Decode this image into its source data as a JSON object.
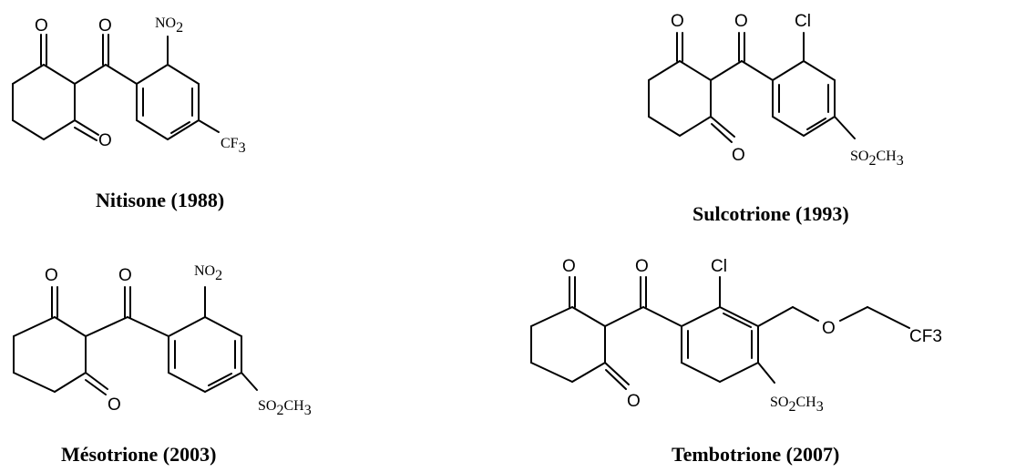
{
  "molecules": [
    {
      "id": "nitisone",
      "name": "Nitisone (1988)",
      "labels": {
        "ketone_top": "O",
        "ketone_bottom": "O",
        "carbonyl": "O",
        "substituent_ortho": "NO",
        "substituent_ortho_sub": "2",
        "substituent_para": "CF",
        "substituent_para_sub": "3"
      }
    },
    {
      "id": "sulcotrione",
      "name": "Sulcotrione (1993)",
      "labels": {
        "ketone_top": "O",
        "ketone_bottom": "O",
        "carbonyl": "O",
        "substituent_ortho": "Cl",
        "substituent_para": "SO",
        "substituent_para_sub": "2",
        "substituent_para_tail": "CH",
        "substituent_para_tail_sub": "3"
      }
    },
    {
      "id": "mesotrione",
      "name": "Mésotrione (2003)",
      "labels": {
        "ketone_top": "O",
        "ketone_bottom": "O",
        "carbonyl": "O",
        "substituent_ortho": "NO",
        "substituent_ortho_sub": "2",
        "substituent_para": "SO",
        "substituent_para_sub": "2",
        "substituent_para_tail": "CH",
        "substituent_para_tail_sub": "3"
      }
    },
    {
      "id": "tembotrione",
      "name": "Tembotrione (2007)",
      "labels": {
        "ketone_top": "O",
        "ketone_bottom": "O",
        "carbonyl": "O",
        "substituent_ortho": "Cl",
        "ether_o": "O",
        "chain_end": "CF3",
        "substituent_para": "SO",
        "substituent_para_sub": "2",
        "substituent_para_tail": "CH",
        "substituent_para_tail_sub": "3"
      }
    }
  ]
}
